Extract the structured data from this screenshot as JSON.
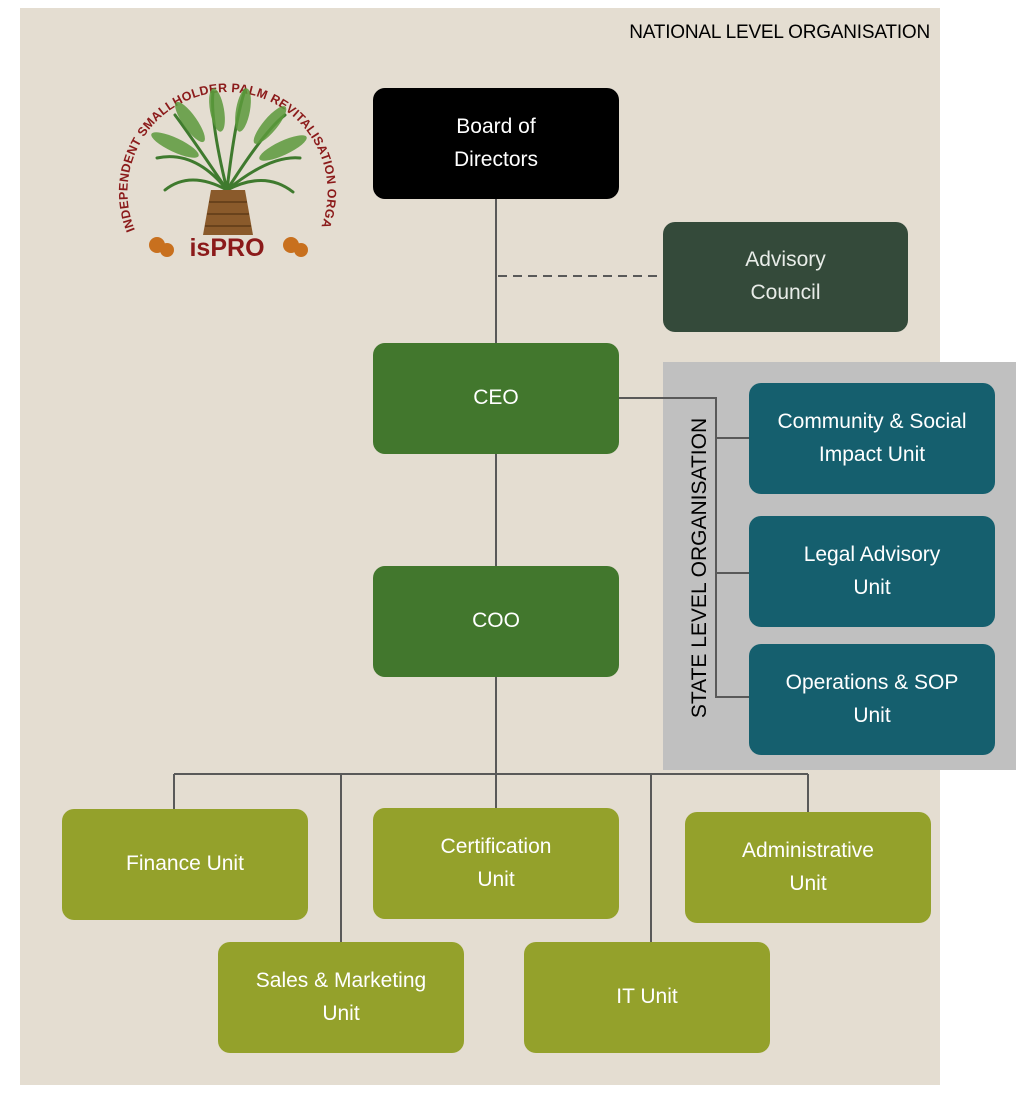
{
  "heading": "NATIONAL LEVEL ORGANISATION",
  "state_label": "STATE LEVEL ORGANISATION",
  "logo": {
    "arc_text": "INDEPENDENT SMALLHOLDER PALM REVITALISATION ORGANISATION",
    "name": "isPRO"
  },
  "nodes": {
    "board": {
      "line1": "Board of",
      "line2": "Directors"
    },
    "advisory": {
      "line1": "Advisory",
      "line2": "Council"
    },
    "ceo": {
      "line1": "CEO"
    },
    "coo": {
      "line1": "COO"
    },
    "csi": {
      "line1": "Community & Social",
      "line2": "Impact Unit"
    },
    "legal": {
      "line1": "Legal Advisory",
      "line2": "Unit"
    },
    "ops": {
      "line1": "Operations & SOP",
      "line2": "Unit"
    },
    "finance": {
      "line1": "Finance Unit"
    },
    "cert": {
      "line1": "Certification",
      "line2": "Unit"
    },
    "admin": {
      "line1": "Administrative",
      "line2": "Unit"
    },
    "sales": {
      "line1": "Sales & Marketing",
      "line2": "Unit"
    },
    "it": {
      "line1": "IT Unit"
    }
  },
  "colors": {
    "background": "#e4ddd1",
    "state_panel": "#c0c0c0",
    "board": "#000000",
    "advisory": "#344a3a",
    "executive": "#42772d",
    "state_unit": "#155f6e",
    "unit": "#94a12b",
    "connector": "#595959",
    "logo_text": "#8b1a1a"
  }
}
